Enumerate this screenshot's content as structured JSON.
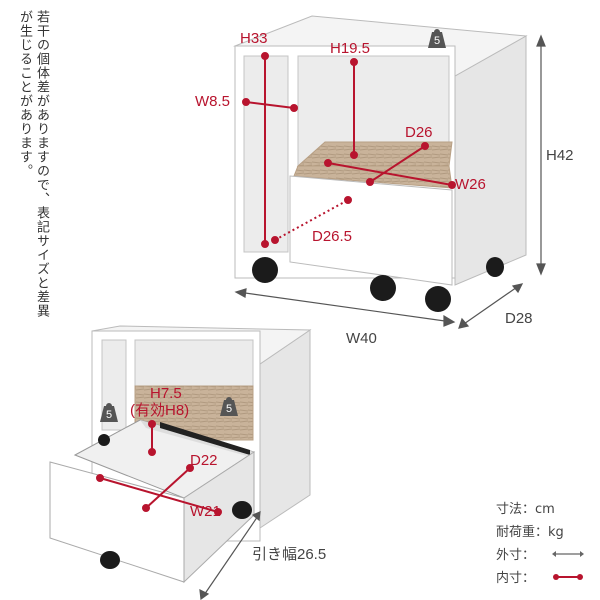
{
  "note": "若干の個体差がありますので、表記サイズと差異が生じることがあります。",
  "top_view": {
    "h33": "H33",
    "w85": "W8.5",
    "h195": "H19.5",
    "d26": "D26",
    "w26": "W26",
    "d265": "D26.5",
    "outer_h": "H42",
    "outer_w": "W40",
    "outer_d": "D28",
    "load": "5"
  },
  "drawer_view": {
    "h75": "H7.5",
    "h75_sub": "(有効H8)",
    "d22": "D22",
    "w21": "W21",
    "pull": "引き幅26.5",
    "load_left": "5",
    "load_right": "5"
  },
  "legend": {
    "unit": "寸法：cm",
    "load_unit": "耐荷重：kg",
    "outer": "外寸：",
    "inner": "内寸："
  }
}
